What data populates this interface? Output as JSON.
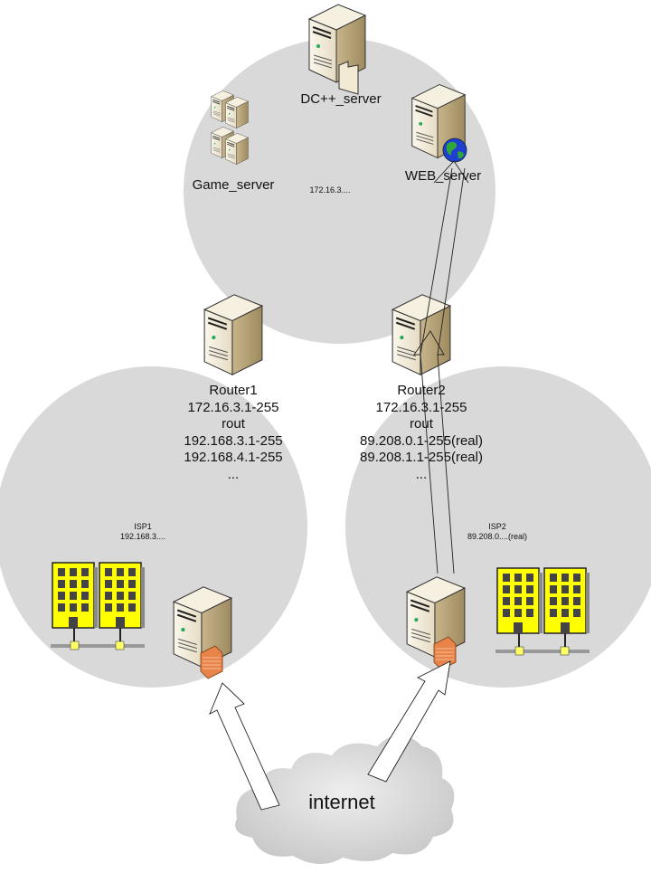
{
  "diagram": {
    "type": "network-topology",
    "zones": {
      "server_zone": {
        "subnet_label": "172.16.3....",
        "nodes": [
          {
            "id": "dc-server",
            "label": "DC++_server",
            "icon": "server-with-folder-icon"
          },
          {
            "id": "game-server",
            "label": "Game_server",
            "icon": "server-cluster-icon"
          },
          {
            "id": "web-server",
            "label": "WEB_server",
            "icon": "web-server-globe-icon"
          }
        ]
      },
      "isp1": {
        "title": "ISP1",
        "subnet": "192.168.3....",
        "firewall_icon": "firewall-server-icon",
        "buildings_icon": "office-buildings-icon"
      },
      "isp2": {
        "title": "ISP2",
        "subnet": "89.208.0....(real)",
        "firewall_icon": "firewall-server-icon",
        "buildings_icon": "office-buildings-icon"
      }
    },
    "routers": [
      {
        "id": "router1",
        "lines": [
          "Router1",
          "172.16.3.1-255",
          "rout",
          "192.168.3.1-255",
          "192.168.4.1-255",
          "..."
        ]
      },
      {
        "id": "router2",
        "lines": [
          "Router2",
          "172.16.3.1-255",
          "rout",
          "89.208.0.1-255(real)",
          "89.208.1.1-255(real)",
          "..."
        ]
      }
    ],
    "internet": {
      "label": "internet",
      "icon": "cloud-icon"
    },
    "connections": [
      {
        "from": "internet",
        "to": "isp1-firewall",
        "style": "hollow-arrow"
      },
      {
        "from": "internet",
        "to": "isp2-firewall",
        "style": "hollow-arrow"
      },
      {
        "from": "isp2-firewall",
        "to": "web-server",
        "via": "router2",
        "style": "thin-hollow-arrow"
      }
    ],
    "colors": {
      "zone_fill": "#d9d9d9",
      "server_body": "#efe6d2",
      "server_shade": "#b9a57a",
      "building_yellow": "#ffff00",
      "firewall_orange": "#e8834a",
      "globe_blue": "#1f3fd0",
      "globe_green": "#2fa83a"
    }
  }
}
